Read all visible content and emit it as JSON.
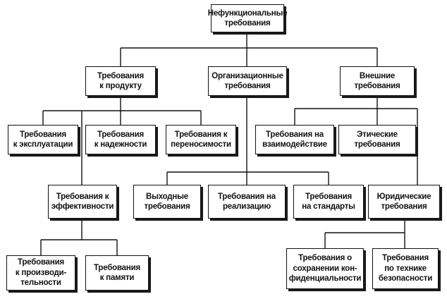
{
  "diagram": {
    "nodes": [
      {
        "id": "root",
        "label": "Нефункциональные\nтребования"
      },
      {
        "id": "product",
        "label": "Требования\nк продукту"
      },
      {
        "id": "org",
        "label": "Организационные\nтребования"
      },
      {
        "id": "external",
        "label": "Внешние\nтребования"
      },
      {
        "id": "usage",
        "label": "Требования\nк эксплуатации"
      },
      {
        "id": "reliability",
        "label": "Требования\nк надежности"
      },
      {
        "id": "portability",
        "label": "Требования к\nпереносимости"
      },
      {
        "id": "interaction",
        "label": "Требования на\nвзаимодействие"
      },
      {
        "id": "ethical",
        "label": "Этические\nтребования"
      },
      {
        "id": "efficiency",
        "label": "Требования к\nэффективности"
      },
      {
        "id": "output",
        "label": "Выходные\nтребования"
      },
      {
        "id": "implementation",
        "label": "Требования на\nреализацию"
      },
      {
        "id": "standards",
        "label": "Требования\nна стандарты"
      },
      {
        "id": "legal",
        "label": "Юридические\nтребования"
      },
      {
        "id": "performance",
        "label": "Требования\nк производи-\nтельности"
      },
      {
        "id": "memory",
        "label": "Требования\nк памяти"
      },
      {
        "id": "confidentiality",
        "label": "Требования о\nсохранении кон-\nфиденциальности"
      },
      {
        "id": "safety",
        "label": "Требования\nпо технике\nбезопасности"
      }
    ],
    "edges": [
      [
        "root",
        "product"
      ],
      [
        "root",
        "org"
      ],
      [
        "root",
        "external"
      ],
      [
        "product",
        "usage"
      ],
      [
        "product",
        "reliability"
      ],
      [
        "product",
        "portability"
      ],
      [
        "product",
        "efficiency"
      ],
      [
        "external",
        "interaction"
      ],
      [
        "external",
        "ethical"
      ],
      [
        "external",
        "legal"
      ],
      [
        "org",
        "output"
      ],
      [
        "org",
        "implementation"
      ],
      [
        "org",
        "standards"
      ],
      [
        "efficiency",
        "performance"
      ],
      [
        "efficiency",
        "memory"
      ],
      [
        "legal",
        "confidentiality"
      ],
      [
        "legal",
        "safety"
      ]
    ]
  }
}
